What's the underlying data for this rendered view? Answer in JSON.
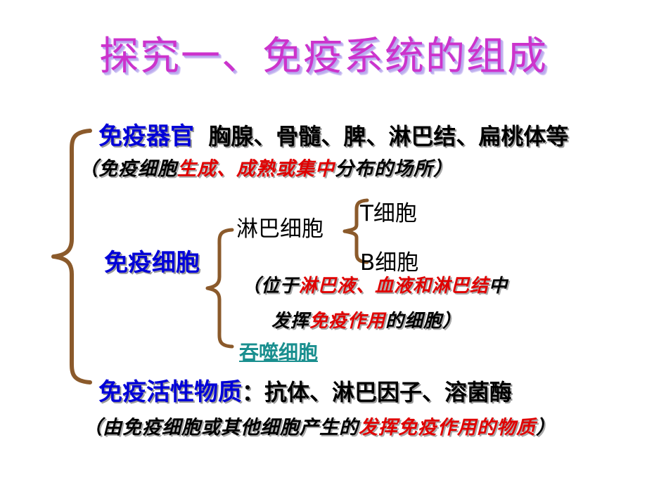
{
  "slide": {
    "title": "探究一、免疫系统的组成",
    "background_color": "#ffffff",
    "title_color": "#cc33cc",
    "title_shadow_color": "#c3b4f0"
  },
  "branches": {
    "immune_organ": {
      "label": "免疫器官",
      "label_color": "#0000d8",
      "items": "胸腺、骨髓、脾、淋巴结、扁桃体等",
      "note_open": "（免疫细胞",
      "note_red": "生成、成熟或集中",
      "note_close": "分布的场所）",
      "note_red_color": "#e00000"
    },
    "immune_cell": {
      "label": "免疫细胞",
      "label_color": "#0000d8",
      "lymphocyte": "淋巴细胞",
      "t_cell": "T细胞",
      "b_cell": "B细胞",
      "note1_open": "（位于",
      "note1_red": "淋巴液、血液和淋巴结",
      "note1_close": "中",
      "note2_open": "发挥",
      "note2_red": "免疫作用",
      "note2_close": "的细胞）",
      "phagocyte": "吞噬细胞",
      "phagocyte_color": "#1a8f8f"
    },
    "immune_active_substance": {
      "label": "免疫活性物质",
      "label_color": "#0000d8",
      "items": "：抗体、淋巴因子、溶菌酶",
      "note_open": "（由免疫细胞或其他细胞产生的",
      "note_red": "发挥免疫作用的物质",
      "note_close": "）"
    }
  },
  "decor": {
    "brace_color": "#8B5A2B"
  }
}
